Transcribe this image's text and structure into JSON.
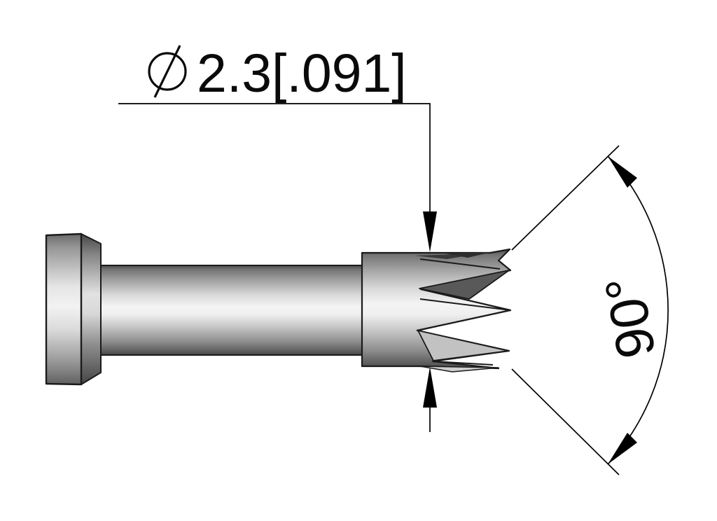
{
  "drawing": {
    "description": "Technical drawing of a cylindrical pin with flanged head and serrated crown tip",
    "dimensions": {
      "diameter": {
        "symbol": "∅",
        "value": "2.3[.091]",
        "full_label": "∅2.3[.091]"
      },
      "angle": {
        "value": "90°"
      }
    },
    "colors": {
      "background": "#ffffff",
      "dimension_line": "#000000",
      "part_outline": "#1b1b1b",
      "metal_highlight": "#f4f4f4",
      "metal_mid": "#9f9f9f",
      "metal_shadow": "#4e4e4e",
      "back_tooth_dark": "#595959",
      "back_tooth_light": "#c2c2c2"
    }
  }
}
